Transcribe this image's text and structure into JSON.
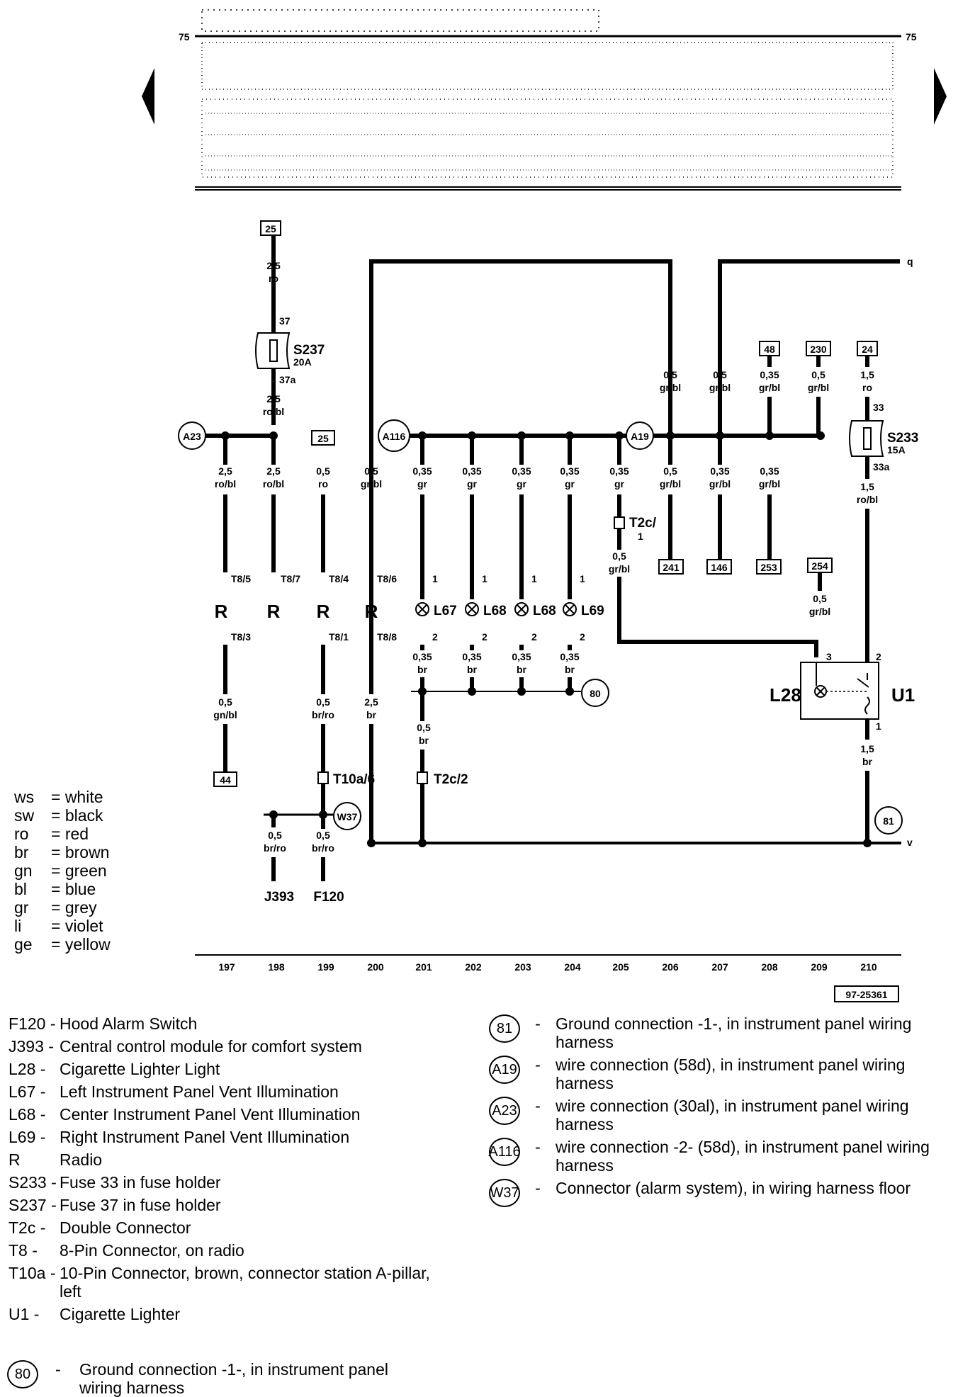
{
  "header": {
    "left_number": "75",
    "right_number": "75"
  },
  "fuses": {
    "s237": {
      "label": "S237",
      "rating": "20A",
      "top_pin": "37",
      "bottom_pin": "37a"
    },
    "s233": {
      "label": "S233",
      "rating": "15A",
      "top_pin": "33",
      "bottom_pin": "33a"
    }
  },
  "boxes": {
    "b25a": "25",
    "b25b": "25",
    "b48": "48",
    "b230": "230",
    "b24": "24",
    "b241": "241",
    "b146": "146",
    "b253": "253",
    "b254": "254",
    "b44": "44"
  },
  "circles": {
    "a23": "A23",
    "a116": "A116",
    "a19": "A19",
    "w37": "W37",
    "g80": "80",
    "g81": "81"
  },
  "wires": {
    "w_top_size": "2,5",
    "w_top_col": "ro",
    "w_mid_size": "2,5",
    "w_mid_col": "ro/bl",
    "c197_size": "2,5",
    "c197_col": "ro/bl",
    "c198_size": "2,5",
    "c198_col": "ro/bl",
    "c199_size": "0,5",
    "c199_col": "ro",
    "c200_size": "0,5",
    "c200_col": "gr/bl",
    "c201_size": "0,35",
    "c201_col": "gr",
    "c202_size": "0,35",
    "c202_col": "gr",
    "c203_size": "0,35",
    "c203_col": "gr",
    "c204_size": "0,35",
    "c204_col": "gr",
    "c205_size": "0,35",
    "c205_col": "gr",
    "c205b_size": "0,5",
    "c205b_col": "gr/bl",
    "c206u_size": "0,5",
    "c206u_col": "gr/bl",
    "c207u_size": "0,5",
    "c207u_col": "gr/bl",
    "c208u_size": "0,35",
    "c208u_col": "gr/bl",
    "c209u_size": "0,5",
    "c209u_col": "gr/bl",
    "c210u_size": "1,5",
    "c210u_col": "ro",
    "c206_size": "0,5",
    "c206_col": "gr/bl",
    "c207_size": "0,35",
    "c207_col": "gr/bl",
    "c208_size": "0,35",
    "c208_col": "gr/bl",
    "c210m_size": "1,5",
    "c210m_col": "ro/bl",
    "c209l_size": "0,5",
    "c209l_col": "gr/bl",
    "c197l_size": "0,5",
    "c197l_col": "gn/bl",
    "c199l_size": "0,5",
    "c199l_col": "br/ro",
    "c200l_size": "2,5",
    "c200l_col": "br",
    "c201l_size": "0,35",
    "c201l_col": "br",
    "c202l_size": "0,35",
    "c202l_col": "br",
    "c203l_size": "0,35",
    "c203l_col": "br",
    "c204l_size": "0,35",
    "c204l_col": "br",
    "c201g_size": "0,5",
    "c201g_col": "br",
    "c210l_size": "1,5",
    "c210l_col": "br",
    "c198b_size": "0,5",
    "c198b_col": "br/ro",
    "c199b_size": "0,5",
    "c199b_col": "br/ro"
  },
  "connectors": {
    "t8_5": "T8/5",
    "t8_7": "T8/7",
    "t8_4": "T8/4",
    "t8_6": "T8/6",
    "t8_3": "T8/3",
    "t8_1": "T8/1",
    "t8_8": "T8/8",
    "t2c1": "T2c/",
    "t2c1_pin": "1",
    "t10a6": "T10a/6",
    "t2c2": "T2c/2",
    "pin1": "1",
    "pin2": "2",
    "pin3": "3"
  },
  "components": {
    "r": "R",
    "l67": "L67",
    "l68a": "L68",
    "l68b": "L68",
    "l69": "L69",
    "l28": "L28",
    "u1": "U1",
    "j393": "J393",
    "f120": "F120"
  },
  "edge_labels": {
    "q": "q",
    "v": "v"
  },
  "column_numbers": [
    "197",
    "198",
    "199",
    "200",
    "201",
    "202",
    "203",
    "204",
    "205",
    "206",
    "207",
    "208",
    "209",
    "210"
  ],
  "figure_id": "97-25361",
  "colour_codes": [
    {
      "code": "ws",
      "name": "= white"
    },
    {
      "code": "sw",
      "name": "= black"
    },
    {
      "code": "ro",
      "name": "= red"
    },
    {
      "code": "br",
      "name": "= brown"
    },
    {
      "code": "gn",
      "name": "= green"
    },
    {
      "code": "bl",
      "name": "= blue"
    },
    {
      "code": "gr",
      "name": "= grey"
    },
    {
      "code": "li",
      "name": "= violet"
    },
    {
      "code": "ge",
      "name": "= yellow"
    }
  ],
  "components_legend": [
    {
      "code": "F120 -",
      "desc": "Hood Alarm Switch"
    },
    {
      "code": "J393 -",
      "desc": "Central control module for comfort system"
    },
    {
      "code": "L28  -",
      "desc": "Cigarette Lighter Light"
    },
    {
      "code": "L67  -",
      "desc": "Left Instrument Panel Vent Illumination"
    },
    {
      "code": "L68  -",
      "desc": "Center Instrument Panel Vent Illumination"
    },
    {
      "code": "L69  -",
      "desc": "Right Instrument Panel Vent Illumination"
    },
    {
      "code": "R",
      "desc": "Radio"
    },
    {
      "code": "S233 -",
      "desc": "Fuse 33 in fuse holder"
    },
    {
      "code": "S237 -",
      "desc": "Fuse 37 in fuse holder"
    },
    {
      "code": "T2c  -",
      "desc": "Double Connector"
    },
    {
      "code": "T8  -",
      "desc": "8-Pin Connector, on radio"
    },
    {
      "code": "T10a -",
      "desc": "10-Pin Connector, brown, connector station A-pillar, left"
    },
    {
      "code": "U1  -",
      "desc": "Cigarette Lighter"
    }
  ],
  "ground_legend": [
    {
      "id": "81",
      "desc": "Ground connection -1-, in instrument panel wiring harness"
    },
    {
      "id": "A19",
      "desc": "wire connection (58d), in instrument panel wiring harness"
    },
    {
      "id": "A23",
      "desc": "wire connection (30al), in instrument panel wiring harness"
    },
    {
      "id": "A116",
      "desc": "wire connection -2- (58d), in instrument panel wiring harness"
    },
    {
      "id": "W37",
      "desc": "Connector (alarm system), in wiring harness floor"
    }
  ],
  "ground_80": {
    "id": "80",
    "desc": "Ground connection -1-, in instrument panel wiring harness"
  }
}
